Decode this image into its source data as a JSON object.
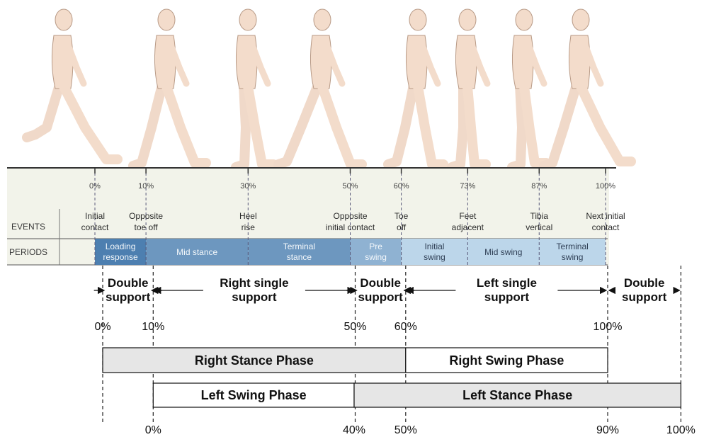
{
  "events_header": "EVENTS",
  "periods_header": "PERIODS",
  "events": [
    {
      "pct": "0%",
      "lines": [
        "Initial",
        "contact"
      ]
    },
    {
      "pct": "10%",
      "lines": [
        "Opposite",
        "toe off"
      ]
    },
    {
      "pct": "30%",
      "lines": [
        "Heel",
        "rise"
      ]
    },
    {
      "pct": "50%",
      "lines": [
        "Opposite",
        "initial contact"
      ]
    },
    {
      "pct": "60%",
      "lines": [
        "Toe",
        "off"
      ]
    },
    {
      "pct": "73%",
      "lines": [
        "Feet",
        "adjacent"
      ]
    },
    {
      "pct": "87%",
      "lines": [
        "Tibia",
        "vertical"
      ]
    },
    {
      "pct": "100%",
      "lines": [
        "Next initial",
        "contact"
      ]
    }
  ],
  "periods": [
    {
      "lines": [
        "Loading",
        "response"
      ],
      "color": "#4d7fb0"
    },
    {
      "lines": [
        "Mid stance"
      ],
      "color": "#6d97bf"
    },
    {
      "lines": [
        "Terminal",
        "stance"
      ],
      "color": "#6d97bf"
    },
    {
      "lines": [
        "Pre",
        "swing"
      ],
      "color": "#8fb2d2"
    },
    {
      "lines": [
        "Initial",
        "swing"
      ],
      "color": "#bcd6ea"
    },
    {
      "lines": [
        "Mid swing"
      ],
      "color": "#bcd6ea"
    },
    {
      "lines": [
        "Terminal",
        "swing"
      ],
      "color": "#bcd6ea"
    }
  ],
  "support": [
    {
      "lines": [
        "Double",
        "support"
      ]
    },
    {
      "lines": [
        "Right single",
        "support"
      ]
    },
    {
      "lines": [
        "Double",
        "support"
      ]
    },
    {
      "lines": [
        "Left single",
        "support"
      ]
    },
    {
      "lines": [
        "Double",
        "support"
      ]
    }
  ],
  "right_percents": [
    "0%",
    "10%",
    "50%",
    "60%",
    "100%"
  ],
  "right_phases": [
    {
      "label": "Right Stance Phase",
      "fill": "#e6e6e6"
    },
    {
      "label": "Right Swing Phase",
      "fill": "#ffffff"
    }
  ],
  "left_phases": [
    {
      "label": "Left Swing Phase",
      "fill": "#ffffff"
    },
    {
      "label": "Left Stance Phase",
      "fill": "#e6e6e6"
    }
  ],
  "left_percents": [
    "0%",
    "40%",
    "50%",
    "90%",
    "100%"
  ],
  "colors": {
    "skin": "#f3dccb",
    "skin_stroke": "#b89a86",
    "table_bg": "#f2f3ea"
  }
}
